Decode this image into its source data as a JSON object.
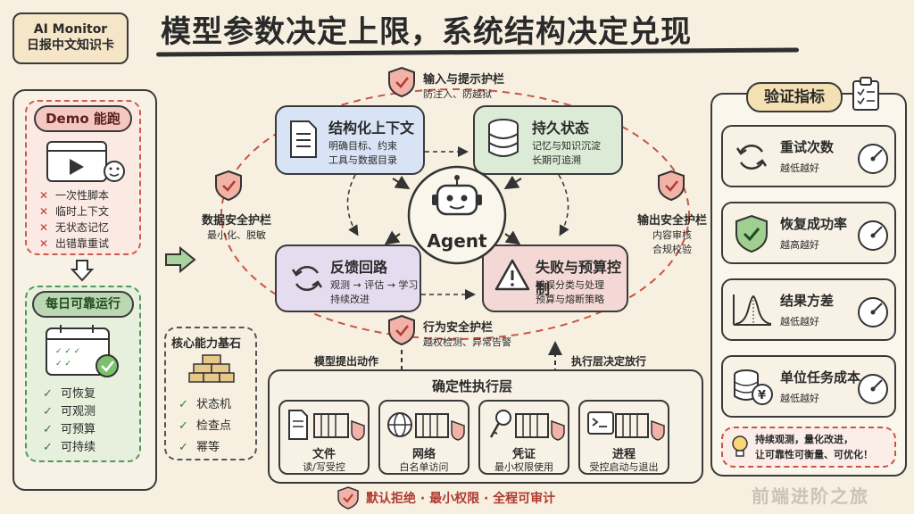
{
  "badge": {
    "line1": "AI Monitor",
    "line2": "日报中文知识卡"
  },
  "title": "模型参数决定上限，系统结构决定兑现",
  "left": {
    "demo_title": "Demo 能跑",
    "demo_items": [
      "一次性脚本",
      "临时上下文",
      "无状态记忆",
      "出错靠重试"
    ],
    "daily_title": "每日可靠运行",
    "daily_items": [
      "可恢复",
      "可观测",
      "可预算",
      "可持续"
    ]
  },
  "core": {
    "title": "核心能力基石",
    "items": [
      "状态机",
      "检查点",
      "幂等"
    ]
  },
  "guards": {
    "input": {
      "title": "输入与提示护栏",
      "sub": "防注入、防越狱"
    },
    "data": {
      "title": "数据安全护栏",
      "sub": "最小化、脱敏"
    },
    "output": {
      "title": "输出安全护栏",
      "sub1": "内容审核",
      "sub2": "合规校验"
    },
    "action": {
      "title": "行为安全护栏",
      "sub": "越权检测、异常告警"
    }
  },
  "cards": {
    "context": {
      "title": "结构化上下文",
      "sub1": "明确目标、约束",
      "sub2": "工具与数据目录"
    },
    "state": {
      "title": "持久状态",
      "sub1": "记忆与知识沉淀",
      "sub2": "长期可追溯"
    },
    "feedback": {
      "title": "反馈回路",
      "sub1": "观测 → 评估 → 学习",
      "sub2": "持续改进"
    },
    "failure": {
      "title": "失败与预算控制",
      "sub1": "错误分类与处理",
      "sub2": "预算与熔断策略"
    }
  },
  "agent_label": "Agent",
  "exec": {
    "left_label": "模型提出动作",
    "right_label": "执行层决定放行",
    "title": "确定性执行层",
    "items": [
      {
        "title": "文件",
        "sub": "读/写受控"
      },
      {
        "title": "网络",
        "sub": "白名单访问"
      },
      {
        "title": "凭证",
        "sub": "最小权限使用"
      },
      {
        "title": "进程",
        "sub": "受控启动与退出"
      }
    ]
  },
  "footer": "默认拒绝 · 最小权限 · 全程可审计",
  "metrics": {
    "title": "验证指标",
    "items": [
      {
        "title": "重试次数",
        "sub": "越低越好"
      },
      {
        "title": "恢复成功率",
        "sub": "越高越好"
      },
      {
        "title": "结果方差",
        "sub": "越低越好"
      },
      {
        "title": "单位任务成本",
        "sub": "越低越好"
      }
    ],
    "note1": "持续观测，量化改进，",
    "note2": "让可靠性可衡量、可优化！"
  },
  "watermark": "前端进阶之旅",
  "colors": {
    "red": "#c0392b",
    "green": "#2e7d32",
    "blue": "#d8e4f5",
    "greenbg": "#dcebd5",
    "purple": "#e6dcef",
    "pink": "#f4d8d5",
    "beige": "#f8f2e6"
  }
}
